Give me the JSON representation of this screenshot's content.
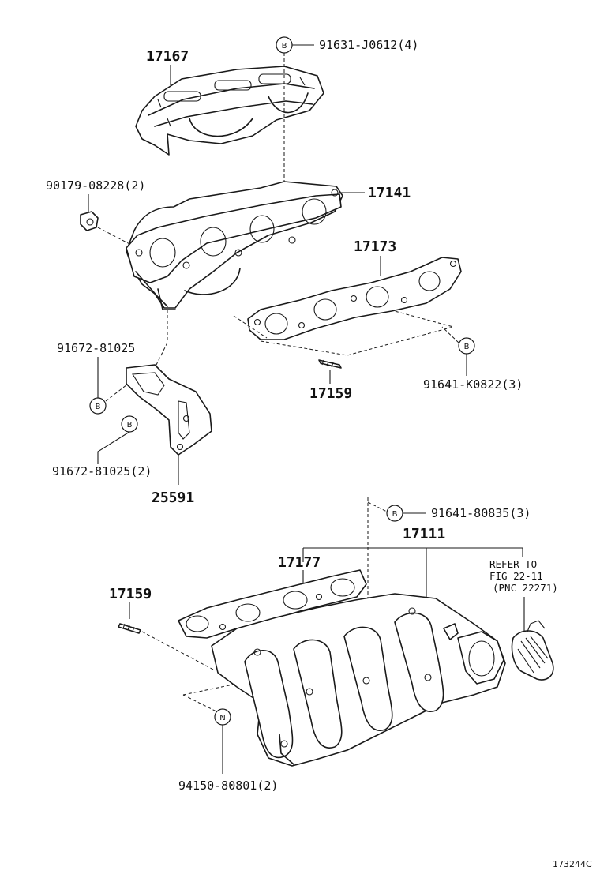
{
  "labels": {
    "p17167": "17167",
    "p91631": "91631-J0612(4)",
    "p90179": "90179-08228(2)",
    "p17141": "17141",
    "p17173": "17173",
    "p91672_a": "91672-81025",
    "p17159_a": "17159",
    "p91641_k": "91641-K0822(3)",
    "p91672_b": "91672-81025(2)",
    "p25591": "25591",
    "p91641_80835": "91641-80835(3)",
    "p17111": "17111",
    "p17177": "17177",
    "p17159_b": "17159",
    "p94150": "94150-80801(2)"
  },
  "badges": {
    "b_letter": "B",
    "n_letter": "N"
  },
  "refer_note": {
    "line1": "REFER TO",
    "line2": "FIG 22-11",
    "line3": "(PNC 22271)"
  },
  "figure_number": "173244C"
}
